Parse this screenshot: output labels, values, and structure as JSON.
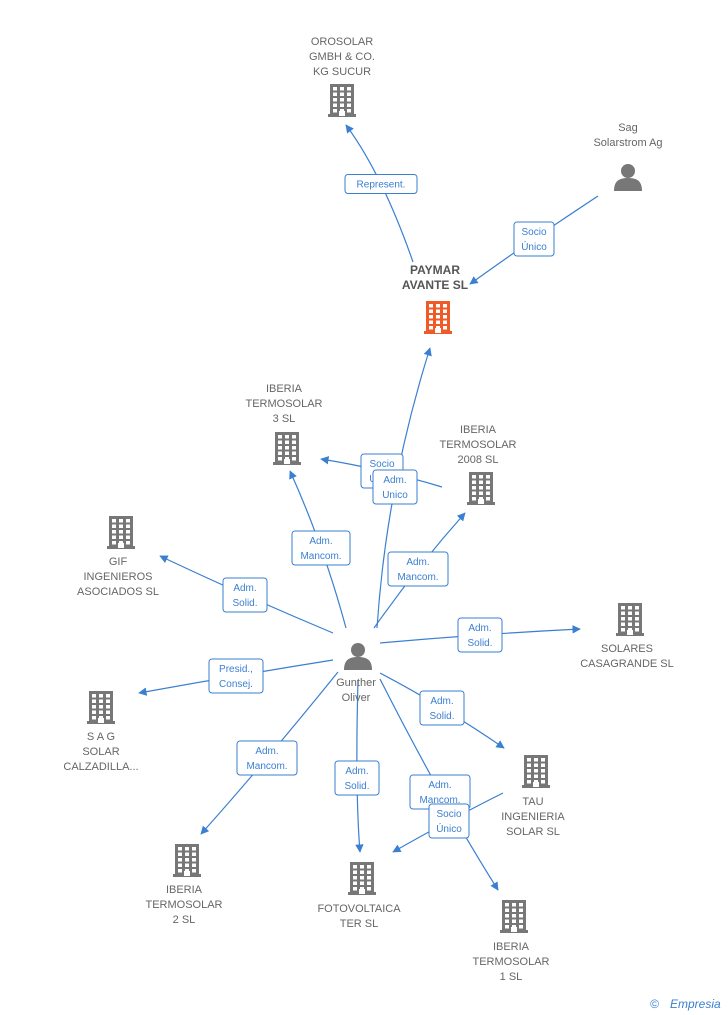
{
  "colors": {
    "edge": "#3a7fd1",
    "node": "#777777",
    "focus": "#f05a28",
    "text": "#666666"
  },
  "nodes": [
    {
      "id": "orosolar",
      "type": "company",
      "lines": [
        "OROSOLAR",
        "GMBH & CO.",
        "KG SUCUR"
      ]
    },
    {
      "id": "sag_solarstrom",
      "type": "person",
      "lines": [
        "Sag",
        "Solarstrom Ag"
      ]
    },
    {
      "id": "paymar",
      "type": "company",
      "focus": true,
      "lines": [
        "PAYMAR",
        "AVANTE SL"
      ]
    },
    {
      "id": "iberia3",
      "type": "company",
      "lines": [
        "IBERIA",
        "TERMOSOLAR",
        "3 SL"
      ]
    },
    {
      "id": "iberia2008",
      "type": "company",
      "lines": [
        "IBERIA",
        "TERMOSOLAR",
        "2008 SL"
      ]
    },
    {
      "id": "gif",
      "type": "company",
      "lines": [
        "GIF",
        "INGENIEROS",
        "ASOCIADOS SL"
      ]
    },
    {
      "id": "gunther",
      "type": "person",
      "lines": [
        "Gunther",
        "Oliver"
      ]
    },
    {
      "id": "solares",
      "type": "company",
      "lines": [
        "SOLARES",
        "CASAGRANDE SL"
      ]
    },
    {
      "id": "sag_solar",
      "type": "company",
      "lines": [
        "S A G",
        "SOLAR",
        "CALZADILLA..."
      ]
    },
    {
      "id": "tau",
      "type": "company",
      "lines": [
        "TAU",
        "INGENIERIA",
        "SOLAR SL"
      ]
    },
    {
      "id": "iberia2",
      "type": "company",
      "lines": [
        "IBERIA",
        "TERMOSOLAR",
        "2 SL"
      ]
    },
    {
      "id": "fotovoltaica",
      "type": "company",
      "lines": [
        "FOTOVOLTAICA",
        "TER SL"
      ]
    },
    {
      "id": "iberia1",
      "type": "company",
      "lines": [
        "IBERIA",
        "TERMOSOLAR",
        "1 SL"
      ]
    }
  ],
  "edges": [
    {
      "from": "paymar",
      "to": "orosolar",
      "label": [
        "Represent."
      ]
    },
    {
      "from": "sag_solarstrom",
      "to": "paymar",
      "label": [
        "Socio",
        "Único"
      ]
    },
    {
      "from": "iberia2008",
      "to": "iberia3",
      "label": [
        "Socio",
        "Único"
      ]
    },
    {
      "from": "gunther",
      "to": "paymar",
      "label": [
        "Adm.",
        "Unico"
      ]
    },
    {
      "from": "gunther",
      "to": "iberia3",
      "label": [
        "Adm.",
        "Mancom."
      ]
    },
    {
      "from": "gunther",
      "to": "iberia2008",
      "label": [
        "Adm.",
        "Mancom."
      ]
    },
    {
      "from": "gunther",
      "to": "gif",
      "label": [
        "Adm.",
        "Solid."
      ]
    },
    {
      "from": "gunther",
      "to": "solares",
      "label": [
        "Adm.",
        "Solid."
      ]
    },
    {
      "from": "gunther",
      "to": "sag_solar",
      "label": [
        "Presid.,",
        "Consej."
      ]
    },
    {
      "from": "gunther",
      "to": "tau",
      "label": [
        "Adm.",
        "Solid."
      ]
    },
    {
      "from": "gunther",
      "to": "iberia2",
      "label": [
        "Adm.",
        "Mancom."
      ]
    },
    {
      "from": "gunther",
      "to": "fotovoltaica",
      "label": [
        "Adm.",
        "Solid."
      ]
    },
    {
      "from": "gunther",
      "to": "iberia1",
      "label": [
        "Adm.",
        "Mancom."
      ]
    },
    {
      "from": "tau",
      "to": "fotovoltaica",
      "label": [
        "Socio",
        "Único"
      ]
    }
  ],
  "footer": {
    "copyright_symbol": "©",
    "brand": "Empresia"
  }
}
